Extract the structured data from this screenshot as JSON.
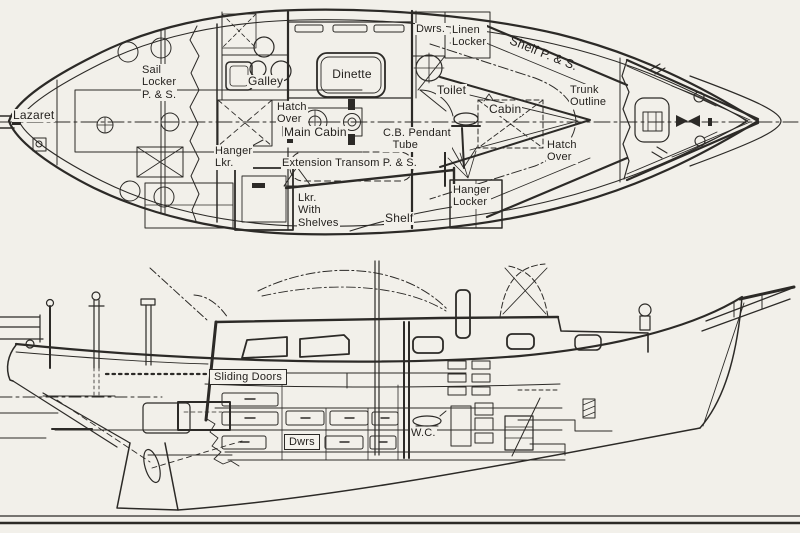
{
  "figure": {
    "description": "Sailboat interior arrangement drawing: overhead accommodation plan and inboard profile",
    "paper_color": "#f2f0ea",
    "ink_color": "#2c2a27"
  },
  "plan_view": {
    "name": "accommodation-plan-overhead-view",
    "labels": {
      "lazaret": "Lazaret",
      "sail_locker": "Sail\nLocker\nP. & S.",
      "galley": "Galley",
      "hatch_over_aft": "Hatch\nOver",
      "main_cabin": "Main Cabin",
      "hanger_lkr": "Hanger\nLkr.",
      "extension_transom": "Extension Transom P. & S.",
      "lkr_with_shelves": "Lkr.\nWith\nShelves",
      "shelf": "Shelf",
      "dinette": "Dinette",
      "dwrs": "Dwrs.",
      "linen_locker": "Linen\nLocker",
      "shelf_ps": "Shelf P. & S.",
      "toilet": "Toilet",
      "cabin": "Cabin",
      "trunk_outline": "Trunk\nOutline",
      "hatch_over_fwd": "Hatch\nOver",
      "cb_pendant_tube": "C.B. Pendant\n   Tube",
      "hanger_locker": "Hanger\nLocker"
    }
  },
  "profile_view": {
    "name": "inboard-profile-side-view",
    "labels": {
      "sliding_doors": "Sliding Doors",
      "dwrs": "Dwrs",
      "wc": "W.C."
    }
  }
}
